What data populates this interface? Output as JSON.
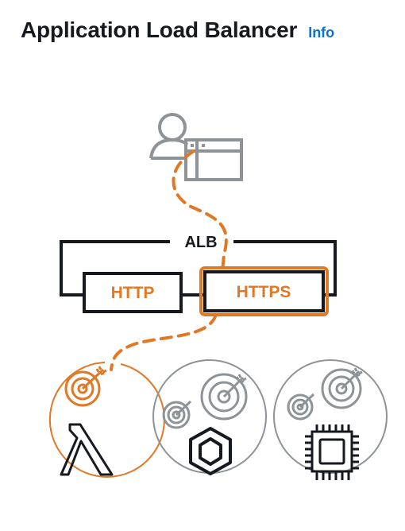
{
  "header": {
    "title": "Application Load Balancer",
    "info_link": "Info"
  },
  "diagram": {
    "alb_label": "ALB",
    "listeners": [
      {
        "label": "HTTP",
        "selected": false
      },
      {
        "label": "HTTPS",
        "selected": true
      }
    ],
    "targets": [
      {
        "type": "lambda",
        "selected": true
      },
      {
        "type": "ip-container",
        "selected": false
      },
      {
        "type": "instance",
        "selected": false
      }
    ]
  },
  "colors": {
    "accent": "#e07826",
    "neutral": "#8d9396",
    "dark": "#16191f",
    "link": "#0972d3"
  }
}
